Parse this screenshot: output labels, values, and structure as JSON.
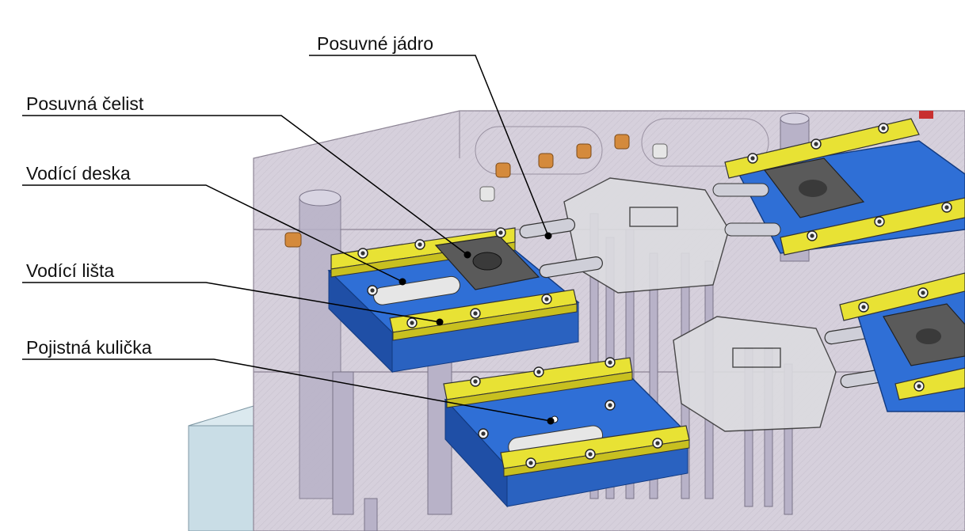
{
  "labels": {
    "posuvne_jadro": "Posuvné jádro",
    "posuvna_celist": "Posuvná čelist",
    "vodici_deska": "Vodící deska",
    "vodici_lista": "Vodící lišta",
    "pojistna_kulicka": "Pojistná kulička"
  },
  "colors": {
    "guide_rail": "#e8e234",
    "guide_plate": "#2f6fd6",
    "slide_jaw": "#5a5a5a",
    "mold_body": "#cfc8d4",
    "base_plate": "#c9dde6",
    "leader_line": "#000000",
    "screw_bronze": "#d48a3c"
  }
}
